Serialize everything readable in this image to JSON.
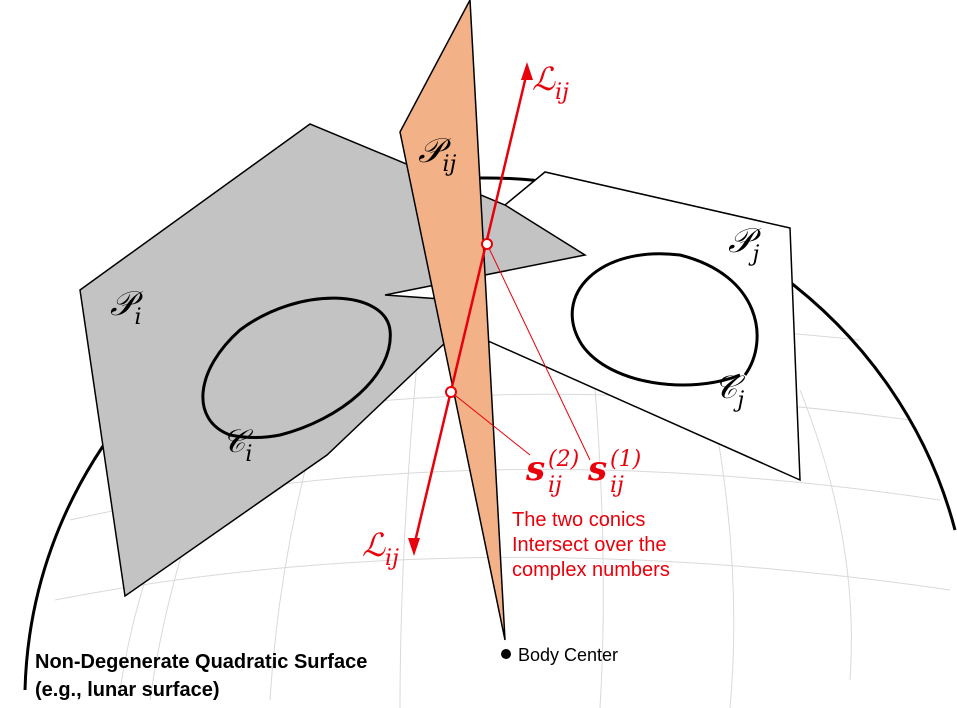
{
  "colors": {
    "red": "#e8000b",
    "orange_plane": "#f2b187",
    "gray_plane": "#c3c3c3",
    "outline": "#000000",
    "grid": "#d9d9d9"
  },
  "labels": {
    "plane_ij": {
      "main": "𝒫",
      "sub": "ij"
    },
    "plane_i": {
      "main": "𝒫",
      "sub": "i"
    },
    "plane_j": {
      "main": "𝒫",
      "sub": "j"
    },
    "conic_i": {
      "main": "𝒞",
      "sub": "i"
    },
    "conic_j": {
      "main": "𝒞",
      "sub": "j"
    },
    "line_top": {
      "main": "ℒ",
      "sub": "ij"
    },
    "line_bottom": {
      "main": "ℒ",
      "sub": "ij"
    },
    "point_2": {
      "main": "s",
      "sup": "(2)",
      "sub": "ij"
    },
    "point_1": {
      "main": "s",
      "sup": "(1)",
      "sub": "ij"
    }
  },
  "annotation_lines": [
    "The two conics",
    "Intersect over the",
    "complex numbers"
  ],
  "body_center_label": "Body Center",
  "surface_label_lines": [
    "Non-Degenerate Quadratic Surface",
    "(e.g., lunar surface)"
  ]
}
